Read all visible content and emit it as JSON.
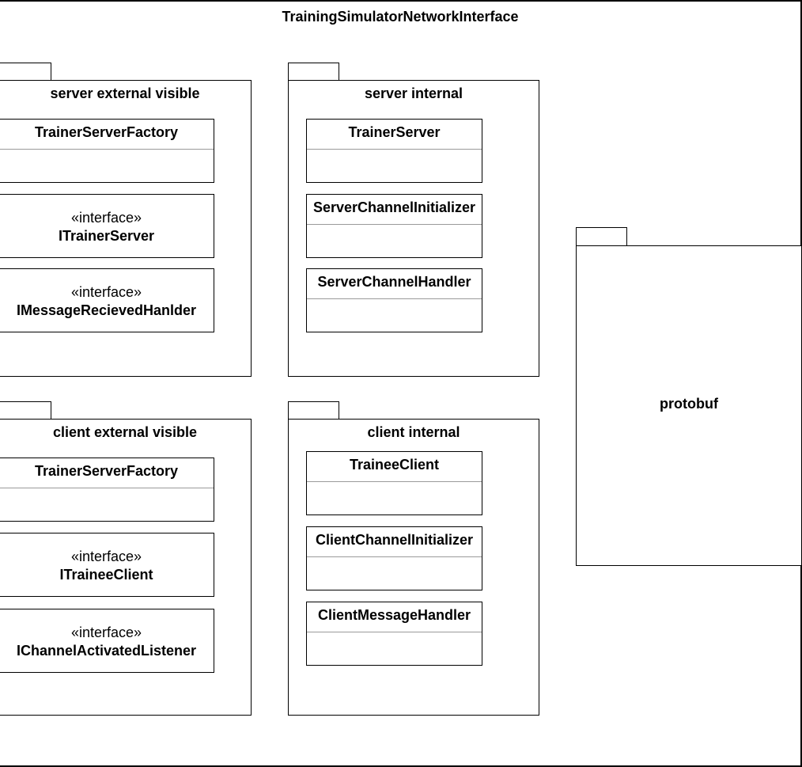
{
  "diagram": {
    "title": "TrainingSimulatorNetworkInterface",
    "packages": {
      "server_external": {
        "title": "server external visible",
        "classes": [
          "TrainerServerFactory"
        ],
        "interfaces": [
          {
            "stereotype": "«interface»",
            "name": "ITrainerServer"
          },
          {
            "stereotype": "«interface»",
            "name": "IMessageRecievedHanlder"
          }
        ]
      },
      "server_internal": {
        "title": "server internal",
        "classes": [
          "TrainerServer",
          "ServerChannelInitializer",
          "ServerChannelHandler"
        ]
      },
      "client_external": {
        "title": "client external visible",
        "classes": [
          "TrainerServerFactory"
        ],
        "interfaces": [
          {
            "stereotype": "«interface»",
            "name": "ITraineeClient"
          },
          {
            "stereotype": "«interface»",
            "name": "IChannelActivatedListener"
          }
        ]
      },
      "client_internal": {
        "title": "client internal",
        "classes": [
          "TraineeClient",
          "ClientChannelInitializer",
          "ClientMessageHandler"
        ]
      },
      "protobuf": {
        "title": "protobuf"
      }
    }
  }
}
